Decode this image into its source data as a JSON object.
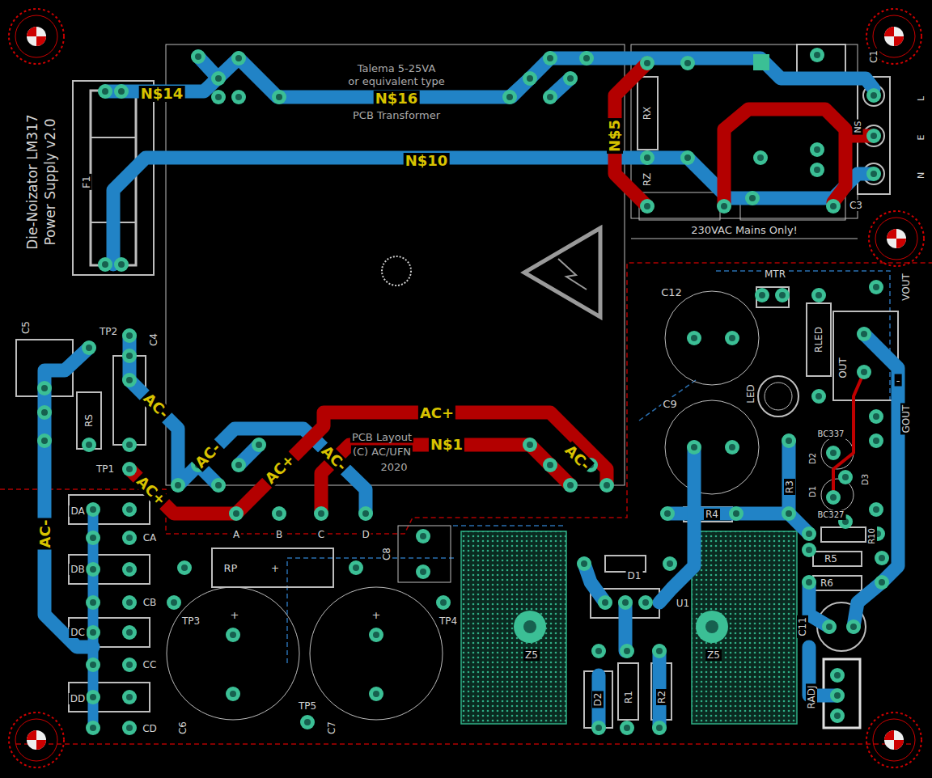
{
  "diagram": {
    "labels": [
      "Die-Noizator LM317",
      "Power Supply v2.0",
      "F1",
      "N$14",
      "Talema 5-25VA",
      "or equivalent type",
      "PCB Transformer",
      "N$16",
      "N$5",
      "N$10",
      "RX",
      "RZ",
      "C1",
      "L",
      "E",
      "N",
      "NS",
      "C3",
      "230VAC Mains Only!",
      "PCB Layout",
      "(C) AC/UFN",
      "2020",
      "AC+",
      "N$1",
      "AC-",
      "AC-",
      "AC-",
      "AC+",
      "AC-",
      "AC+",
      "AC-",
      "A",
      "B",
      "C",
      "D",
      "C5",
      "TP2",
      "C4",
      "RS",
      "TP1",
      "DA",
      "CA",
      "DB",
      "CB",
      "DC",
      "CC",
      "DD",
      "CD",
      "RP",
      "C8",
      "TP3",
      "TP4",
      "TP5",
      "C6",
      "C7",
      "Z5",
      "Z5",
      "D1",
      "U1",
      "D2",
      "R1",
      "R2",
      "C12",
      "MTR",
      "RLED",
      "OUT",
      "VOUT",
      "GOUT",
      "LED",
      "C9",
      "BC337",
      "D2",
      "D1",
      "BC327",
      "D3",
      "R3",
      "R4",
      "R10",
      "R5",
      "R6",
      "C11",
      "RADJ",
      "+",
      "+",
      "+",
      "-"
    ]
  }
}
